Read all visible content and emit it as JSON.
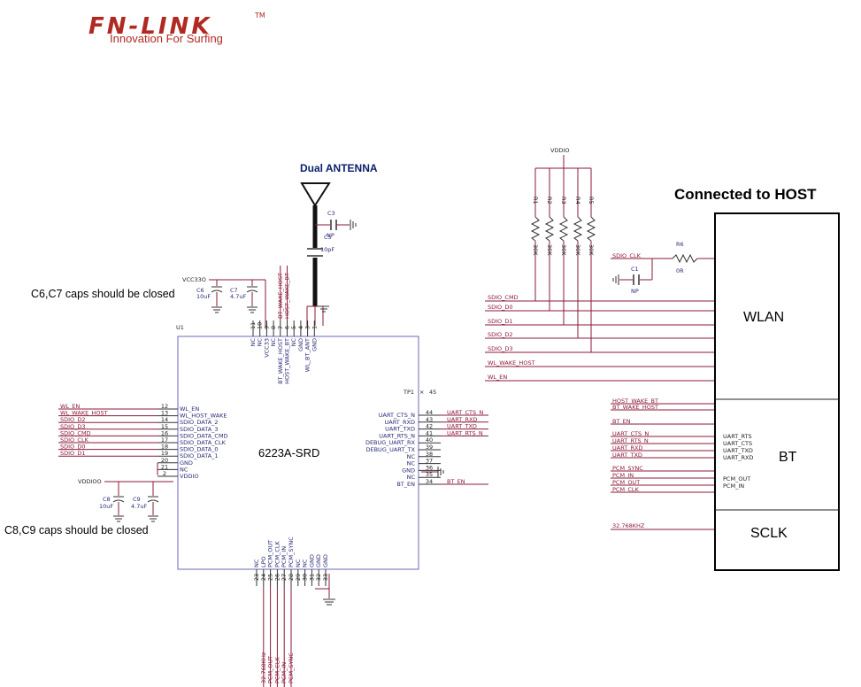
{
  "logo": {
    "brand": "FN-LINK",
    "tm": "TM",
    "tagline": "Innovation For Surfing"
  },
  "antenna": {
    "title": "Dual ANTENNA",
    "c3": "C3",
    "c3_val": "NP",
    "c5": "C5",
    "c5_val": "10pF"
  },
  "notes": {
    "c6c7": "C6,C7 caps should be closed",
    "c8c9": "C8,C9 caps should be closed"
  },
  "host": {
    "title": "Connected to HOST",
    "wlan": "WLAN",
    "bt": "BT",
    "sclk": "SCLK"
  },
  "chip": {
    "ref": "U1",
    "name": "6223A-SRD",
    "tp": "TP1",
    "tp_pin": "45",
    "left_pins": [
      {
        "num": "12",
        "name": "WL_EN",
        "net": "WL_EN"
      },
      {
        "num": "13",
        "name": "WL_HOST_WAKE",
        "net": "WL_WAKE_HOST"
      },
      {
        "num": "14",
        "name": "SDIO_DATA_2",
        "net": "SDIO_D2"
      },
      {
        "num": "15",
        "name": "SDIO_DATA_3",
        "net": "SDIO_D3"
      },
      {
        "num": "16",
        "name": "SDIO_DATA_CMD",
        "net": "SDIO_CMD"
      },
      {
        "num": "17",
        "name": "SDIO_DATA_CLK",
        "net": "SDIO_CLK"
      },
      {
        "num": "18",
        "name": "SDIO_DATA_0",
        "net": "SDIO_D0"
      },
      {
        "num": "19",
        "name": "SDIO_DATA_1",
        "net": "SDIO_D1"
      },
      {
        "num": "20",
        "name": "GND",
        "net": ""
      },
      {
        "num": "21",
        "name": "NC",
        "net": ""
      },
      {
        "num": "2",
        "name": "VDDIO",
        "net": ""
      }
    ],
    "right_pins": [
      {
        "num": "44",
        "name": "UART_CTS_N",
        "net": "UART_CTS_N"
      },
      {
        "num": "43",
        "name": "UART_RXD",
        "net": "UART_RXD"
      },
      {
        "num": "42",
        "name": "UART_TXD",
        "net": "UART_TXD"
      },
      {
        "num": "41",
        "name": "UART_RTS_N",
        "net": "UART_RTS_N"
      },
      {
        "num": "40",
        "name": "DEBUG_UART_RX",
        "net": ""
      },
      {
        "num": "39",
        "name": "DEBUG_UART_TX",
        "net": ""
      },
      {
        "num": "38",
        "name": "NC",
        "net": ""
      },
      {
        "num": "37",
        "name": "NC",
        "net": ""
      },
      {
        "num": "36",
        "name": "GND",
        "net": ""
      },
      {
        "num": "35",
        "name": "NC",
        "net": ""
      },
      {
        "num": "34",
        "name": "BT_EN",
        "net": "BT_EN"
      }
    ],
    "top_pins": [
      {
        "num": "11",
        "name": "NC"
      },
      {
        "num": "10",
        "name": "NC"
      },
      {
        "num": "9",
        "name": "VCC33"
      },
      {
        "num": "8",
        "name": "NC"
      },
      {
        "num": "7",
        "name": "BT_WAKE_HOST"
      },
      {
        "num": "6",
        "name": "HOST_WAKE_BT"
      },
      {
        "num": "5",
        "name": "NC"
      },
      {
        "num": "4",
        "name": "GND"
      },
      {
        "num": "3",
        "name": "WL_BT_ANT"
      },
      {
        "num": "1",
        "name": "GND"
      }
    ],
    "top_nets": [
      "BT_WAKE_HOST",
      "HOST_WAKE_BT"
    ],
    "bottom_pins": [
      {
        "num": "23",
        "name": "NC"
      },
      {
        "num": "24",
        "name": "LPO"
      },
      {
        "num": "25",
        "name": "PCM_OUT"
      },
      {
        "num": "26",
        "name": "PCM_CLK"
      },
      {
        "num": "27",
        "name": "PCM_IN"
      },
      {
        "num": "28",
        "name": "PCM_SYNC"
      },
      {
        "num": "29",
        "name": "NC"
      },
      {
        "num": "30",
        "name": "NC"
      },
      {
        "num": "31",
        "name": "GND"
      },
      {
        "num": "32",
        "name": "GND"
      },
      {
        "num": "33",
        "name": "GND"
      }
    ],
    "bottom_nets": [
      "32.768KHz",
      "PCM_OUT",
      "PCM_CLK",
      "PCM_IN",
      "PCM_SYNC"
    ]
  },
  "caps": {
    "vcc": "VCC33O",
    "c6": "C6",
    "c6_val": "10uF",
    "c7": "C7",
    "c7_val": "4.7uF",
    "vddio": "VDDIOO",
    "c8": "C8",
    "c8_val": "10uF",
    "c9": "C9",
    "c9_val": "4.7uF"
  },
  "pullups": {
    "rail": "VDDIO",
    "resistors": [
      {
        "ref": "R1",
        "val": "30K"
      },
      {
        "ref": "R2",
        "val": "30K"
      },
      {
        "ref": "R3",
        "val": "30K"
      },
      {
        "ref": "R4",
        "val": "30K"
      },
      {
        "ref": "R5",
        "val": "30K"
      }
    ]
  },
  "host_clk": {
    "net": "SDIO_CLK",
    "r6": "R6",
    "r6_val": "0R",
    "c1": "C1",
    "c1_val": "NP"
  },
  "host_left_nets": [
    "SDIO_CMD",
    "SDIO_D0",
    "SDIO_D1",
    "SDIO_D2",
    "SDIO_D3",
    "WL_WAKE_HOST",
    "WL_EN"
  ],
  "host_bt_nets": [
    "HOST_WAKE_BT",
    "BT_WAKE_HOST",
    "BT_EN",
    "UART_CTS_N",
    "UART_RTS_N",
    "UART_RXD",
    "UART_TXD",
    "PCM_SYNC",
    "PCM_IN",
    "PCM_OUT",
    "PCM_CLK"
  ],
  "host_bt_pins": [
    "UART_RTS",
    "UART_CTS",
    "UART_TXD",
    "UART_RXD",
    "PCM_OUT",
    "PCM_IN"
  ],
  "host_sclk_net": "32.768KHZ"
}
